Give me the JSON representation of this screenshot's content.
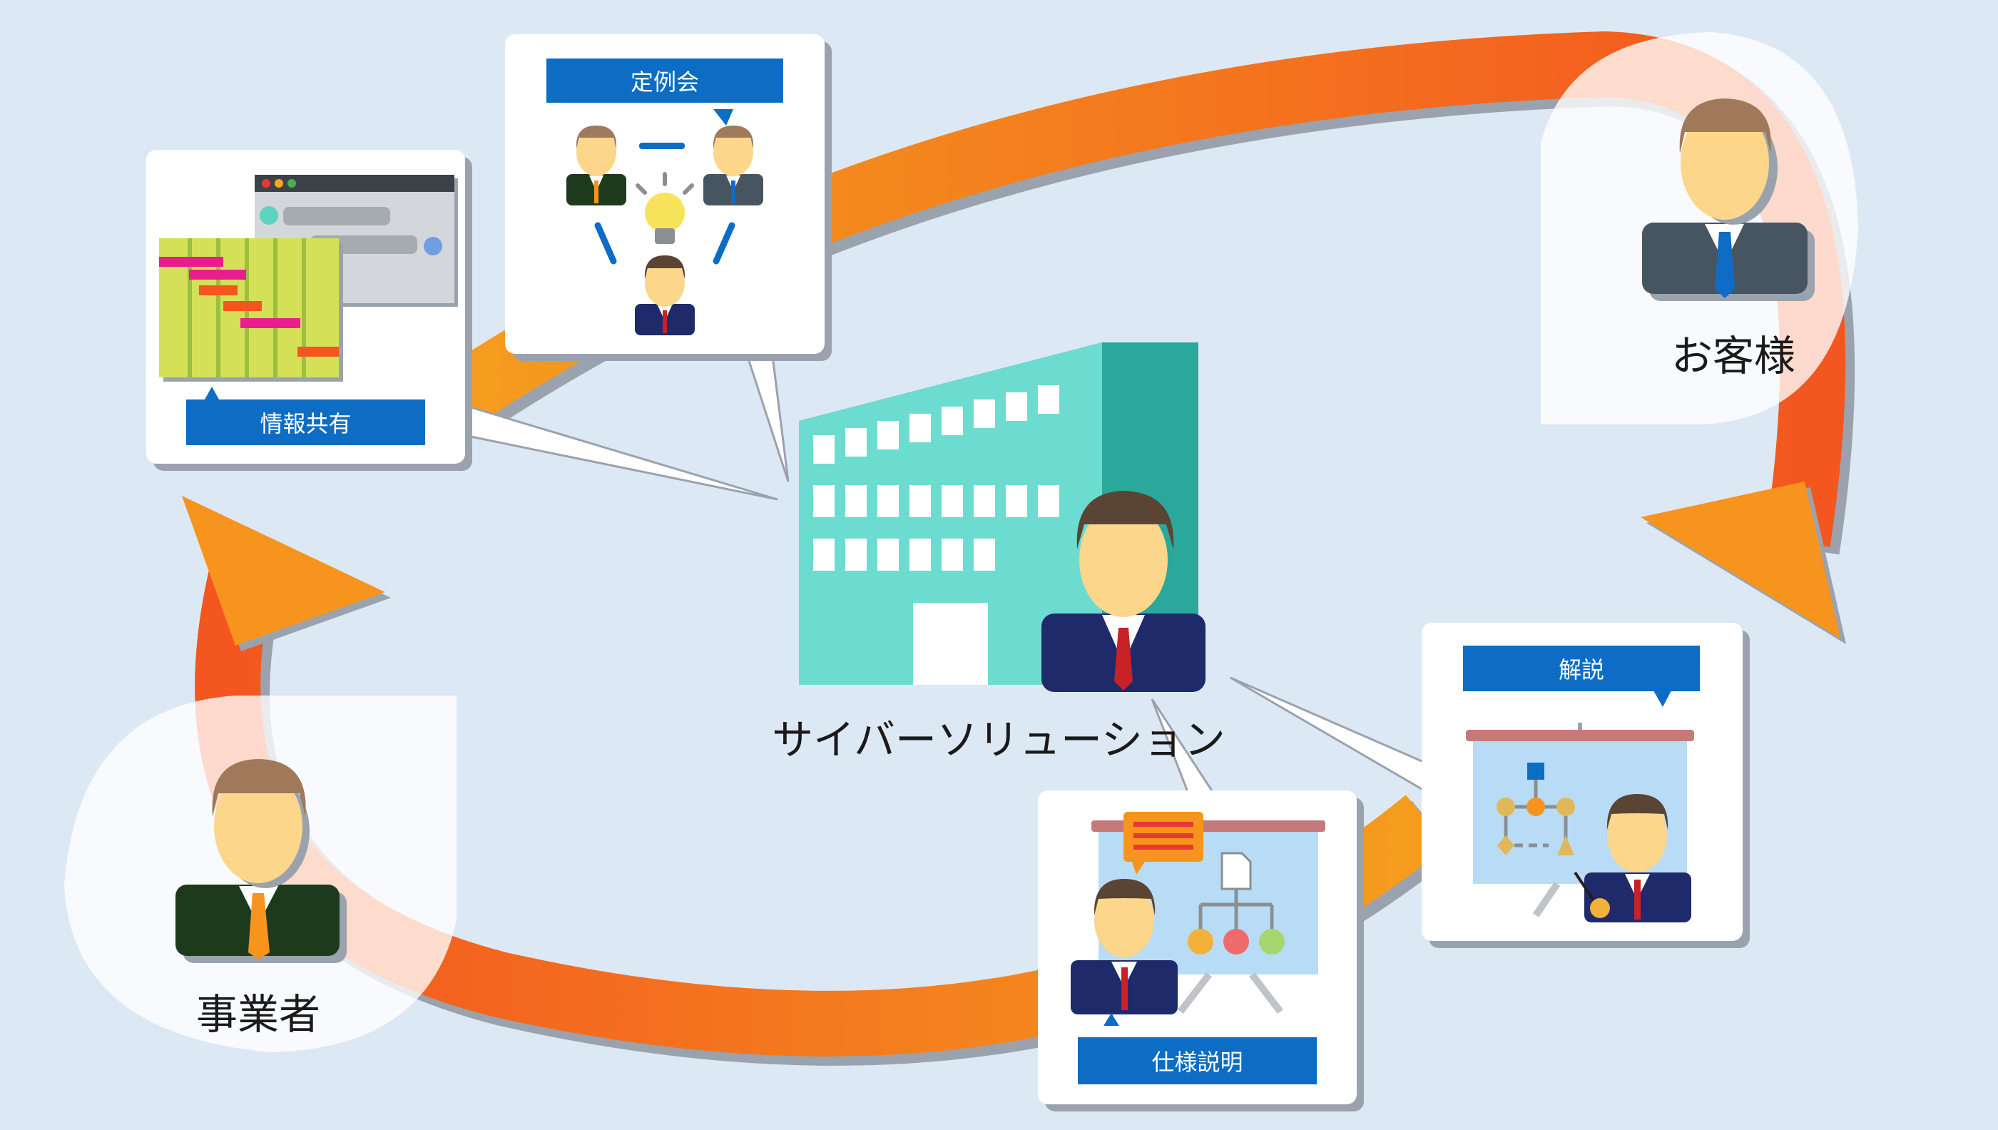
{
  "center": {
    "label": "サイバーソリューション"
  },
  "customer": {
    "label": "お客様"
  },
  "business": {
    "label": "事業者"
  },
  "cards": {
    "meeting": {
      "tag": "定例会"
    },
    "sharing": {
      "tag": "情報共有"
    },
    "explain": {
      "tag": "解説"
    },
    "spec": {
      "tag": "仕様説明"
    }
  },
  "colors": {
    "background": "#dde8f5",
    "arrow": "#f47a20",
    "tag": "#0d6dc4",
    "building": "#6ddcd0",
    "skin": "#fbd68b",
    "hair": "#a0785a"
  }
}
